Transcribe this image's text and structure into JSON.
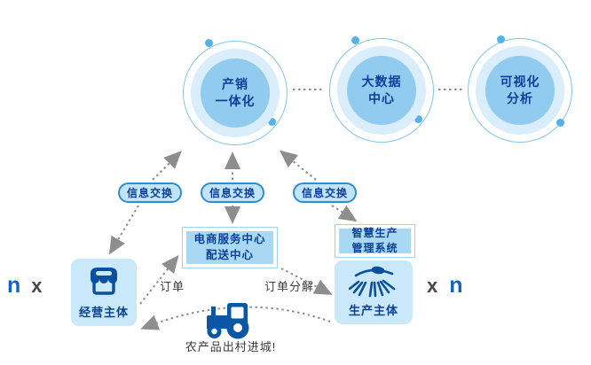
{
  "diagram": {
    "title_implicit": "产销一体化信息流程图",
    "circles": [
      {
        "id": "production-sales-integration",
        "line1": "产销",
        "line2": "一体化"
      },
      {
        "id": "big-data-center",
        "line1": "大数据",
        "line2": "中心"
      },
      {
        "id": "visual-analysis",
        "line1": "可视化",
        "line2": "分析"
      }
    ],
    "pills": [
      {
        "label": "信息交换"
      },
      {
        "label": "信息交换"
      },
      {
        "label": "信息交换"
      }
    ],
    "boxes": {
      "ecommerce_center": {
        "line1": "电商服务中心",
        "line2": "配送中心"
      },
      "smart_production": {
        "line1": "智慧生产",
        "line2": "管理系统"
      },
      "business_entity": {
        "label": "经营主体",
        "icon": "storefront-icon"
      },
      "production_entity": {
        "label": "生产主体",
        "icon": "field-irrigation-icon"
      }
    },
    "edge_labels": {
      "order": "订单",
      "order_split": "订单分解"
    },
    "multiplicity": {
      "left": {
        "n": "n",
        "x": "x"
      },
      "right": {
        "x": "x",
        "n": "n"
      }
    },
    "caption": "农产品出村进城!",
    "icons": {
      "bottom_center": "tractor-icon"
    },
    "colors": {
      "circle_core": "#92CBF0",
      "circle_mid": "#D9EDFB",
      "ring_stroke": "#82C5EF",
      "ring_dot": "#55B1E8",
      "dark_blue_text": "#0A4098",
      "pill_fill": "#C2E4F8",
      "pill_border": "#2E8FD0",
      "framed_box_fill": "#A9D8F3",
      "entity_fill": "#C9E8FA",
      "icon_blue": "#0B4FA0",
      "arrow_gray": "#8E8E8E",
      "n_blue": "#1565C0",
      "x_gray": "#4A4A4A"
    }
  }
}
